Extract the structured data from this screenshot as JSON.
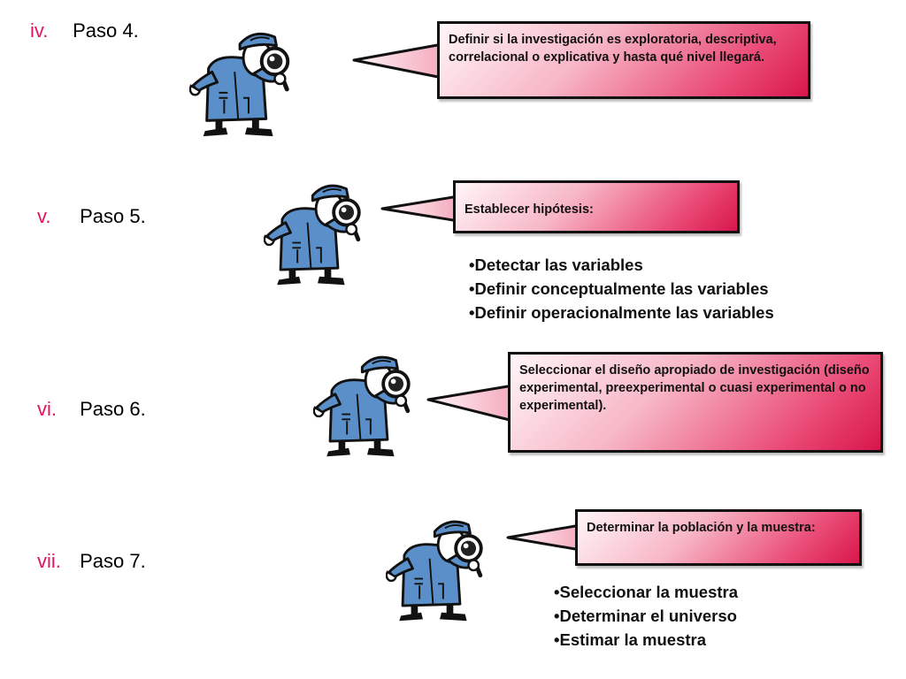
{
  "steps": [
    {
      "number": "iv.",
      "label": "Paso 4.",
      "bubble_text": "Definir si la investigación es exploratoria, descriptiva, correlacional o explicativa y hasta qué nivel llegará.",
      "bullets": []
    },
    {
      "number": "v.",
      "label": "Paso 5.",
      "bubble_text": "Establecer hipótesis:",
      "bullets": [
        "•Detectar las variables",
        "•Definir conceptualmente las variables",
        "•Definir operacionalmente las variables"
      ]
    },
    {
      "number": "vi.",
      "label": "Paso 6.",
      "bubble_text": "Seleccionar el diseño apropiado de investigación (diseño experimental, preexperimental o cuasi experimental o no experimental).",
      "bullets": []
    },
    {
      "number": "vii.",
      "label": "Paso 7.",
      "bubble_text": "Determinar la población y la muestra:",
      "bullets": [
        "•Seleccionar la muestra",
        "•Determinar el universo",
        "•Estimar la muestra"
      ]
    }
  ],
  "colors": {
    "step_number": "#e3145f",
    "bubble_dark": "#d8164c",
    "detective_coat": "#5b8fc9"
  },
  "icons": [
    "detective-icon",
    "magnifying-glass-icon"
  ]
}
